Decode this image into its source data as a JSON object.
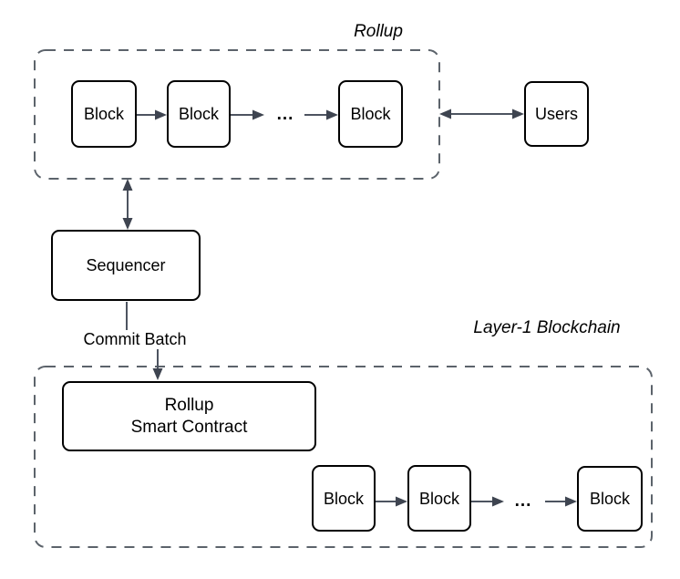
{
  "diagram": {
    "title_hint": "Rollup architecture diagram",
    "colors": {
      "background": "#ffffff",
      "node_border": "#000000",
      "container_border": "#5c636b",
      "connector": "#4d5460",
      "arrowhead": "#3e4450",
      "text": "#000000"
    },
    "containers": {
      "rollup_label": "Rollup",
      "layer1_label": "Layer-1 Blockchain"
    },
    "nodes": {
      "rollup_block_1": "Block",
      "rollup_block_2": "Block",
      "rollup_block_3": "Block",
      "users": "Users",
      "sequencer": "Sequencer",
      "contract_line1": "Rollup",
      "contract_line2": "Smart Contract",
      "l1_block_1": "Block",
      "l1_block_2": "Block",
      "l1_block_3": "Block"
    },
    "ellipsis": {
      "rollup_chain": "...",
      "l1_chain": "..."
    },
    "edges": {
      "commit_batch_label": "Commit Batch"
    }
  }
}
